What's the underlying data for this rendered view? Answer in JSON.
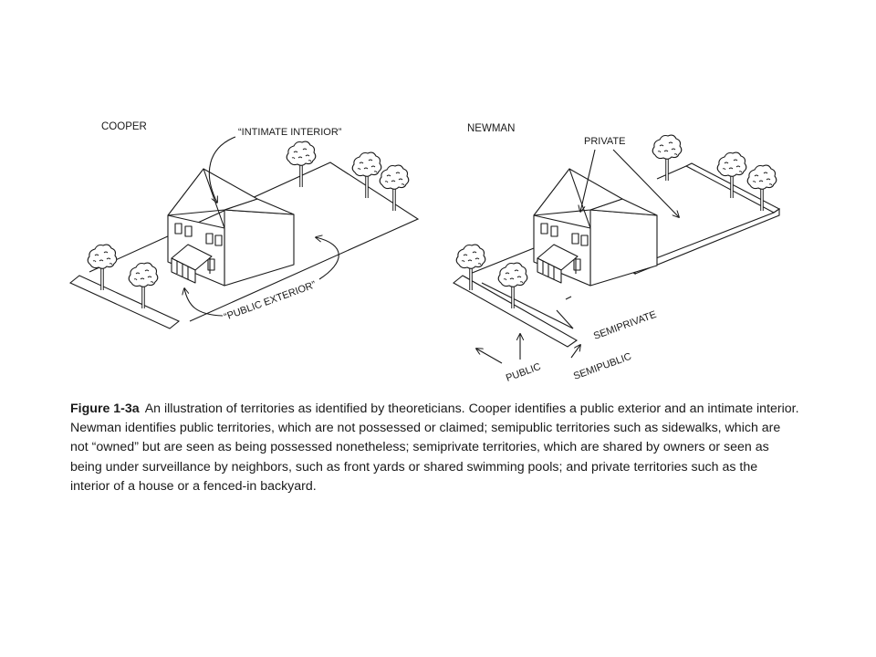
{
  "diagram": {
    "left_panel": {
      "title": "COOPER",
      "labels": {
        "intimate_interior": "“INTIMATE INTERIOR”",
        "public_exterior": "“PUBLIC EXTERIOR”"
      }
    },
    "right_panel": {
      "title": "NEWMAN",
      "labels": {
        "private": "PRIVATE",
        "semiprivate": "SEMIPRIVATE",
        "semipublic": "SEMIPUBLIC",
        "public": "PUBLIC"
      }
    }
  },
  "caption": {
    "figure_label": "Figure 1-3a",
    "text": "An illustration of territories as identified by theoreticians. Cooper identifies a public exterior and an intimate interior. Newman identifies public territories, which are not possessed or claimed; semipublic territories such as sidewalks, which are not “owned” but are seen as being possessed nonetheless; semiprivate territories, which are shared by owners or seen as being under surveillance by neighbors, such as front yards or shared swimming pools; and private territories such as the interior of a house or a fenced-in backyard."
  }
}
